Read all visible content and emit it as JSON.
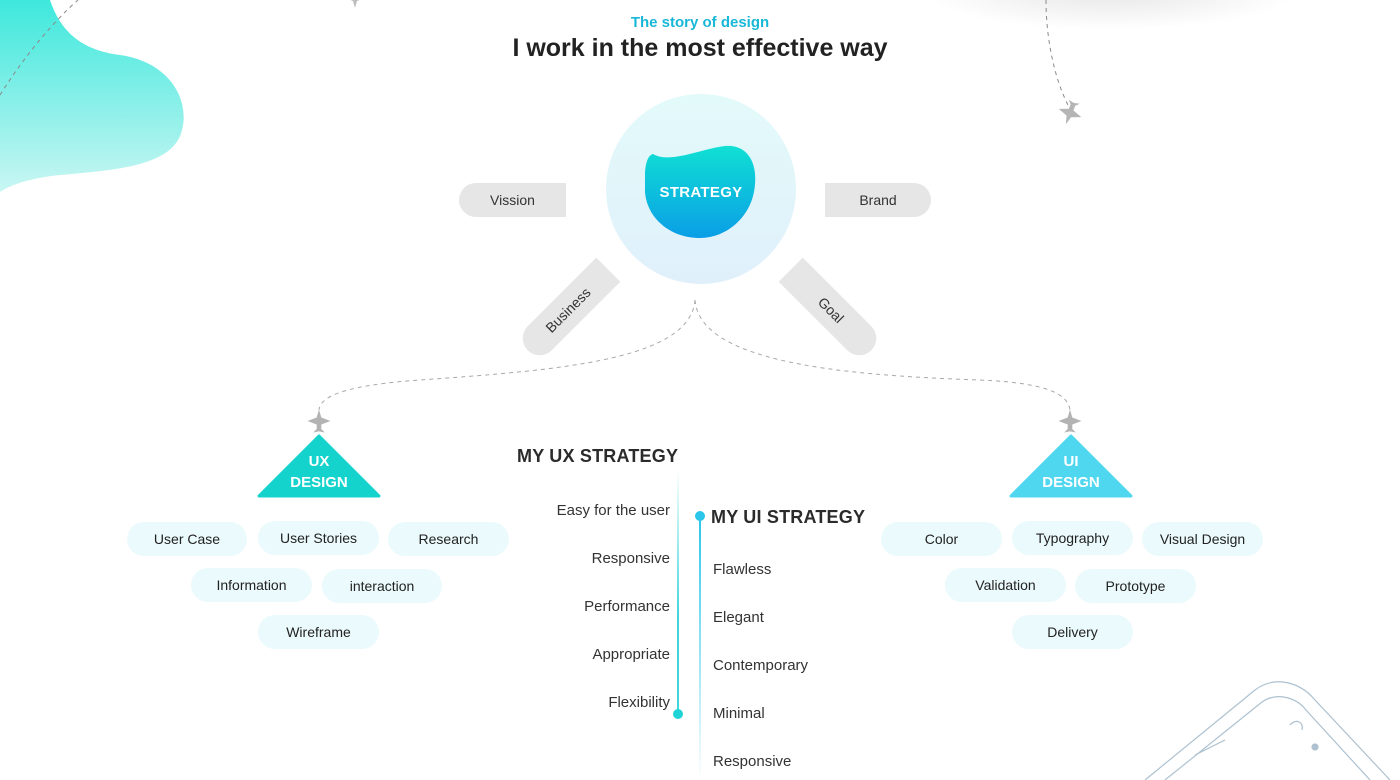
{
  "header": {
    "eyebrow": "The story of design",
    "title": "I work in the most effective way"
  },
  "center": {
    "label": "STRATEGY"
  },
  "branches": {
    "left": "Vission",
    "right": "Brand",
    "lower_left": "Business",
    "lower_right": "Goal"
  },
  "ux_design": {
    "label_line1": "UX",
    "label_line2": "DESIGN",
    "tags": [
      "User Case",
      "User Stories",
      "Research",
      "Information",
      "interaction",
      "Wireframe"
    ]
  },
  "ui_design": {
    "label_line1": "UI",
    "label_line2": "DESIGN",
    "tags": [
      "Color",
      "Typography",
      "Visual Design",
      "Validation",
      "Prototype",
      "Delivery"
    ]
  },
  "ux_strategy": {
    "title": "MY UX STRATEGY",
    "items": [
      "Easy for the user",
      "Responsive",
      "Performance",
      "Appropriate",
      "Flexibility"
    ]
  },
  "ui_strategy": {
    "title": "MY UI STRATEGY",
    "items": [
      "Flawless",
      "Elegant",
      "Contemporary",
      "Minimal",
      "Responsive"
    ]
  },
  "colors": {
    "accent_teal": "#1fd3d6",
    "accent_blue": "#19b8d8",
    "ui_triangle": "#4fd7f0",
    "ux_triangle": "#14d3cc",
    "pill_grey": "#e6e6e6",
    "tag_bg": "#ebfafc"
  },
  "icons": [
    "plane-icon",
    "phone-outline-illustration",
    "teal-blob-decoration"
  ]
}
